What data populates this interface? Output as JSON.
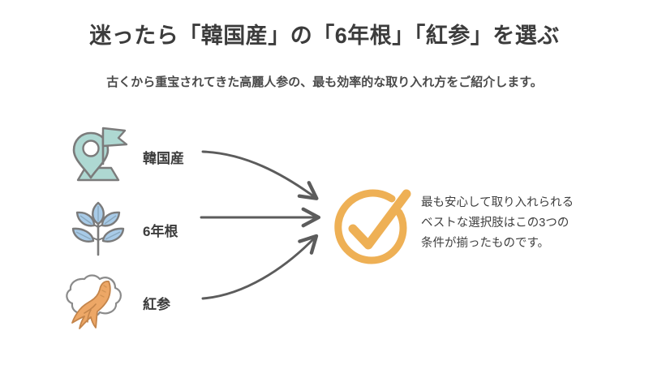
{
  "slide": {
    "title": "迷ったら「韓国産」の「6年根」「紅参」を選ぶ",
    "subtitle": "古くから重宝されてきた高麗人参の、最も効率的な取り入れ方をご紹介します。",
    "background_color": "#ffffff",
    "text_color": "#3c3c3c"
  },
  "conditions": [
    {
      "label": "韓国産",
      "icon": "map-pin-flag-icon",
      "icon_fill": "#aed8d2",
      "icon_stroke": "#6f6f6f",
      "arrow": "curve-down-right"
    },
    {
      "label": "6年根",
      "icon": "plant-leaves-icon",
      "icon_fill": "#a8cbe8",
      "icon_stroke": "#6f6f6f",
      "arrow": "straight-right"
    },
    {
      "label": "紅参",
      "icon": "ginseng-root-steam-icon",
      "icon_fill": "#eda766",
      "icon_stroke": "#6f6f6f",
      "arrow": "curve-up-right"
    }
  ],
  "result": {
    "icon": "check-circle-icon",
    "accent_color": "#eeb055",
    "lines": [
      "最も安心して取り入れられる",
      "ベストな選択肢はこの3つの",
      "条件が揃ったものです。"
    ]
  },
  "arrow_color": "#5c5c5c"
}
